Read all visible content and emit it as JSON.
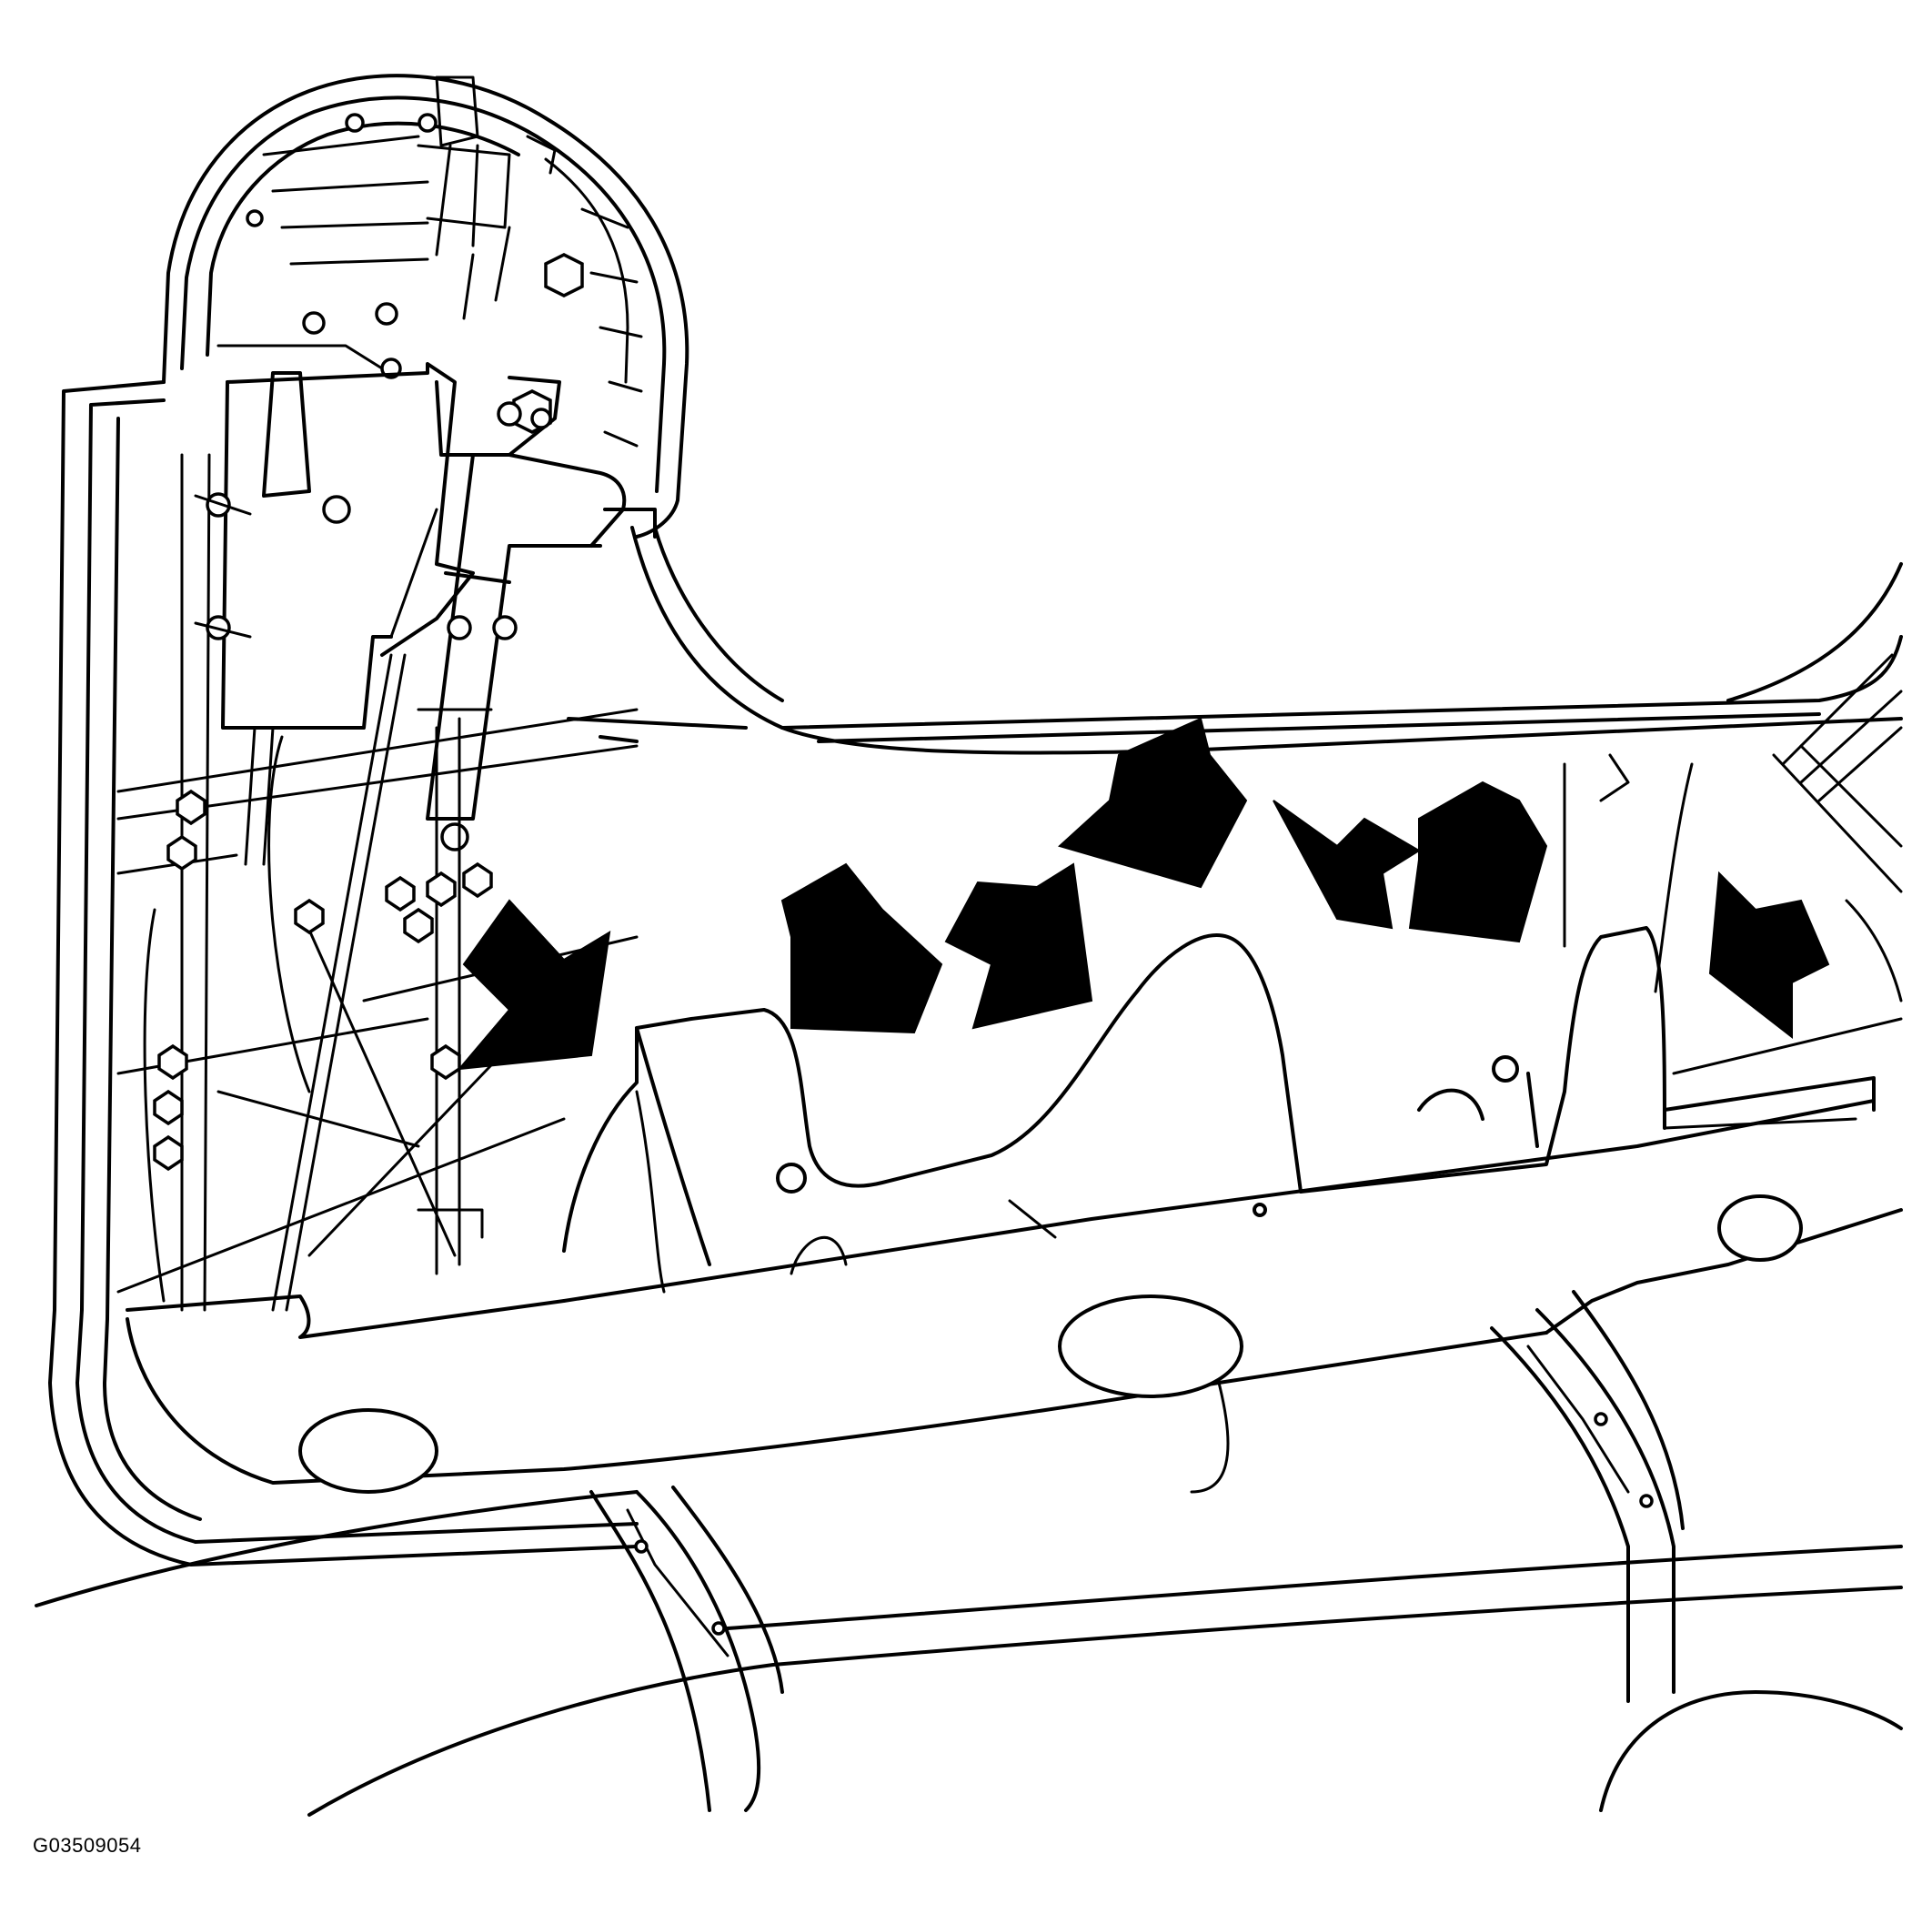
{
  "figure": {
    "id": "G03509054",
    "line_color": "#000000",
    "background_color": "#ffffff",
    "marker": "callout-arrow",
    "callout_arrow_count": 7
  }
}
